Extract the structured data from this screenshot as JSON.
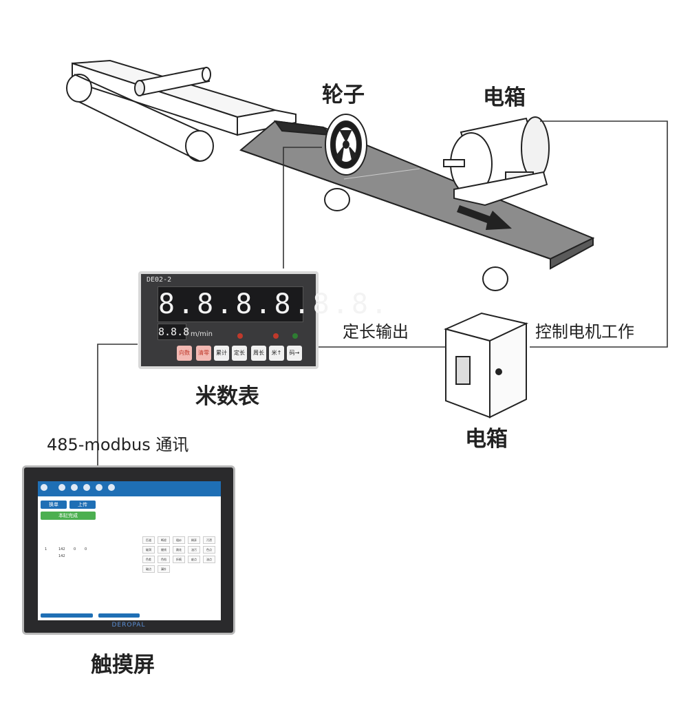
{
  "labels": {
    "wheel": "轮子",
    "motor": "电箱",
    "meter": "米数表",
    "cabinet": "电箱",
    "touchscreen": "触摸屏",
    "fixed_length_output": "定长输出",
    "control_motor": "控制电机工作",
    "comm": "485-modbus 通讯"
  },
  "meter": {
    "model": "DE02-2",
    "main_display": "8.8.8.8.8.8.",
    "sub_display": "8.8.8",
    "unit": "m/min",
    "buttons": [
      "向数",
      "清零",
      "累计",
      "定长",
      "周长",
      "米↑",
      "码→"
    ]
  },
  "tablet": {
    "title": "德来宝验布机-检验终端",
    "brand": "DEROPAL",
    "buttons": {
      "swap": "换单",
      "upload": "上传",
      "complete": "本缸完成"
    },
    "counts": [
      "1",
      "142",
      "0",
      "0"
    ],
    "length": "142",
    "defects": [
      "匹道",
      "断经",
      "粗纱",
      "稀弄",
      "污渍",
      "破洞",
      "缝线",
      "跳花",
      "油污",
      "色点",
      "色差",
      "色档",
      "折痕",
      "疵点",
      "油点",
      "破边",
      "漏针"
    ]
  },
  "colors": {
    "screen_blue": "#1f6fb5",
    "button_green": "#4caf50",
    "accent_red": "#e05544",
    "line": "#333333"
  }
}
